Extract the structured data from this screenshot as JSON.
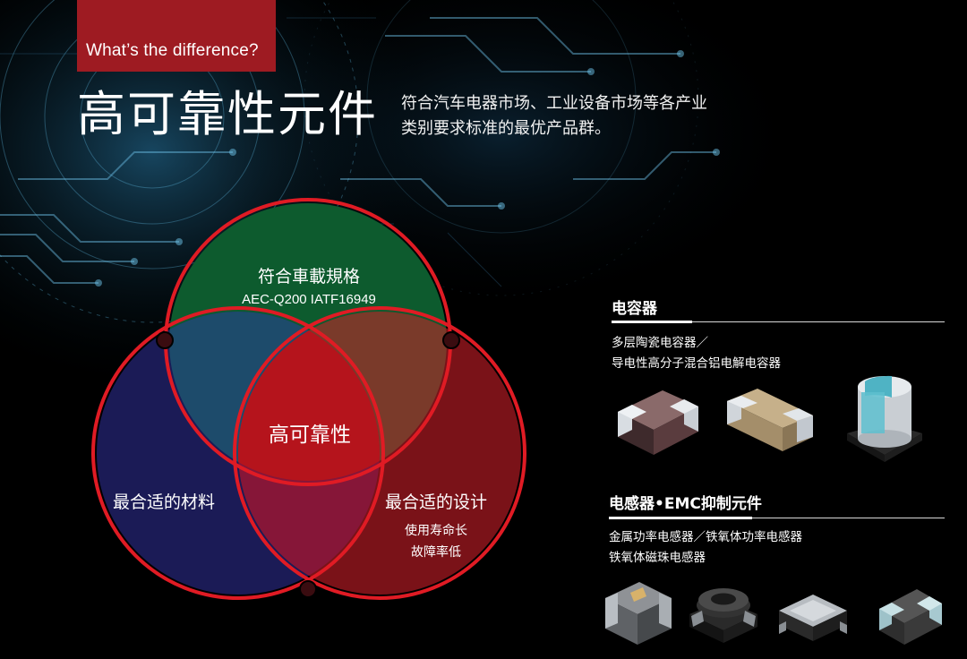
{
  "header": {
    "tag": "What’s the difference?",
    "title": "高可靠性元件",
    "subtitle_line1": "符合汽车电器市场、工业设备市场等各产业",
    "subtitle_line2": "类别要求标准的最优产品群。"
  },
  "venn": {
    "top": {
      "label": "符合車載規格",
      "sub": "AEC-Q200 IATF16949"
    },
    "left": {
      "label": "最合适的材料"
    },
    "right": {
      "label": "最合适的设计",
      "sub1": "使用寿命长",
      "sub2": "故障率低"
    },
    "center": {
      "label": "高可靠性"
    },
    "colors": {
      "top": "#0d5b2e",
      "left": "#1b1b56",
      "right": "#7a1218",
      "center": "#b5141c",
      "outline": "#e01b24"
    }
  },
  "capacitors": {
    "title": "电容器",
    "line1": "多层陶瓷电容器／",
    "line2": "导电性高分子混合铝电解电容器",
    "items": [
      "mlcc-chip-dark",
      "mlcc-chip-tan",
      "aluminum-electrolytic-capacitor"
    ]
  },
  "inductors": {
    "title": "电感器•EMC抑制元件",
    "line1": "金属功率电感器／铁氧体功率电感器",
    "line2": "铁氧体磁珠电感器",
    "items": [
      "metal-power-inductor",
      "wound-power-inductor",
      "ferrite-power-inductor",
      "ferrite-bead-chip"
    ]
  }
}
